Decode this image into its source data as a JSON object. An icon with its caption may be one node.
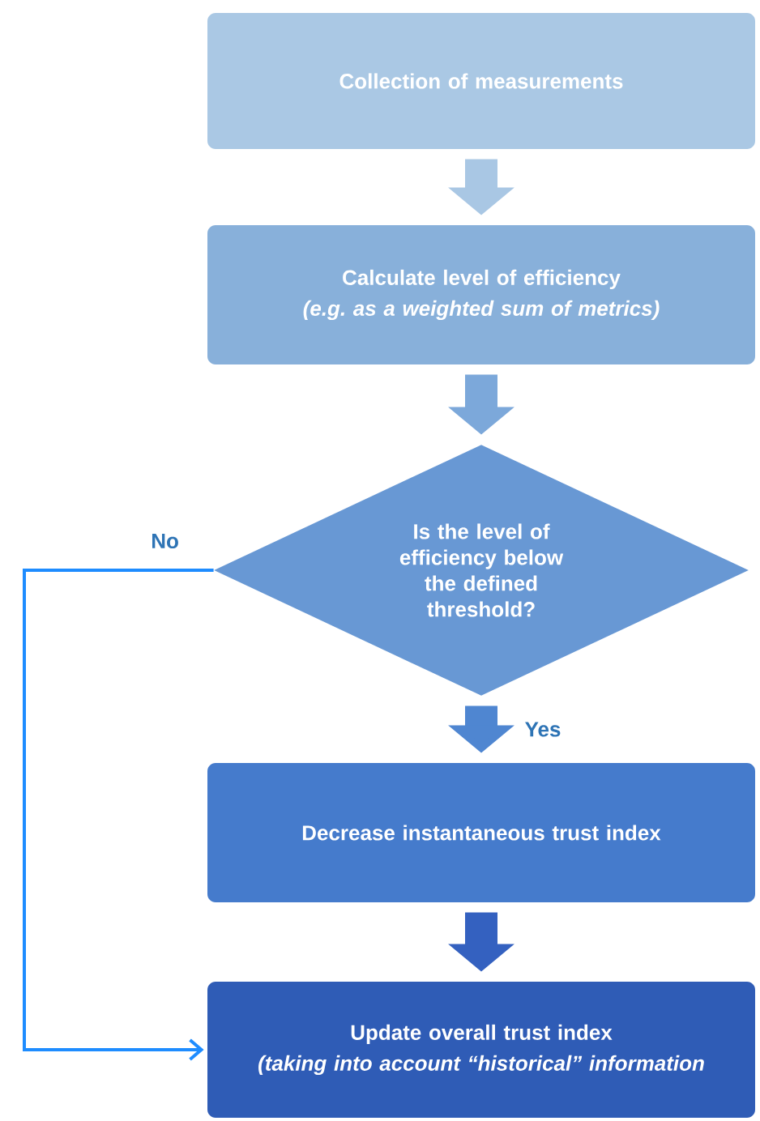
{
  "diagram": {
    "nodes": [
      {
        "text": [
          "Collection of measurements"
        ]
      },
      {
        "text": [
          "Calculate level of efficiency",
          "(e.g. as a weighted sum of metrics)"
        ]
      },
      {
        "text": [
          "Is the level of efficiency below the defined threshold?"
        ]
      },
      {
        "text": [
          "Decrease instantaneous trust index"
        ]
      },
      {
        "text": [
          "Update overall trust index",
          "(taking into account “historical” information"
        ]
      }
    ],
    "edges": [
      {
        "from": 0,
        "to": 1,
        "arrow": "to",
        "color": "#a9c7e4"
      },
      {
        "from": 1,
        "to": 2,
        "arrow": "to",
        "color": "#7ca8da"
      },
      {
        "from": 2,
        "to": 3,
        "arrow": "to",
        "color": "#4f86d1",
        "label": "Yes"
      },
      {
        "from": 3,
        "to": 4,
        "arrow": "to",
        "color": "#3461c0"
      },
      {
        "from": 2,
        "to": 4,
        "arrow": "to",
        "color": "#1e8cff",
        "label": "No"
      }
    ]
  }
}
